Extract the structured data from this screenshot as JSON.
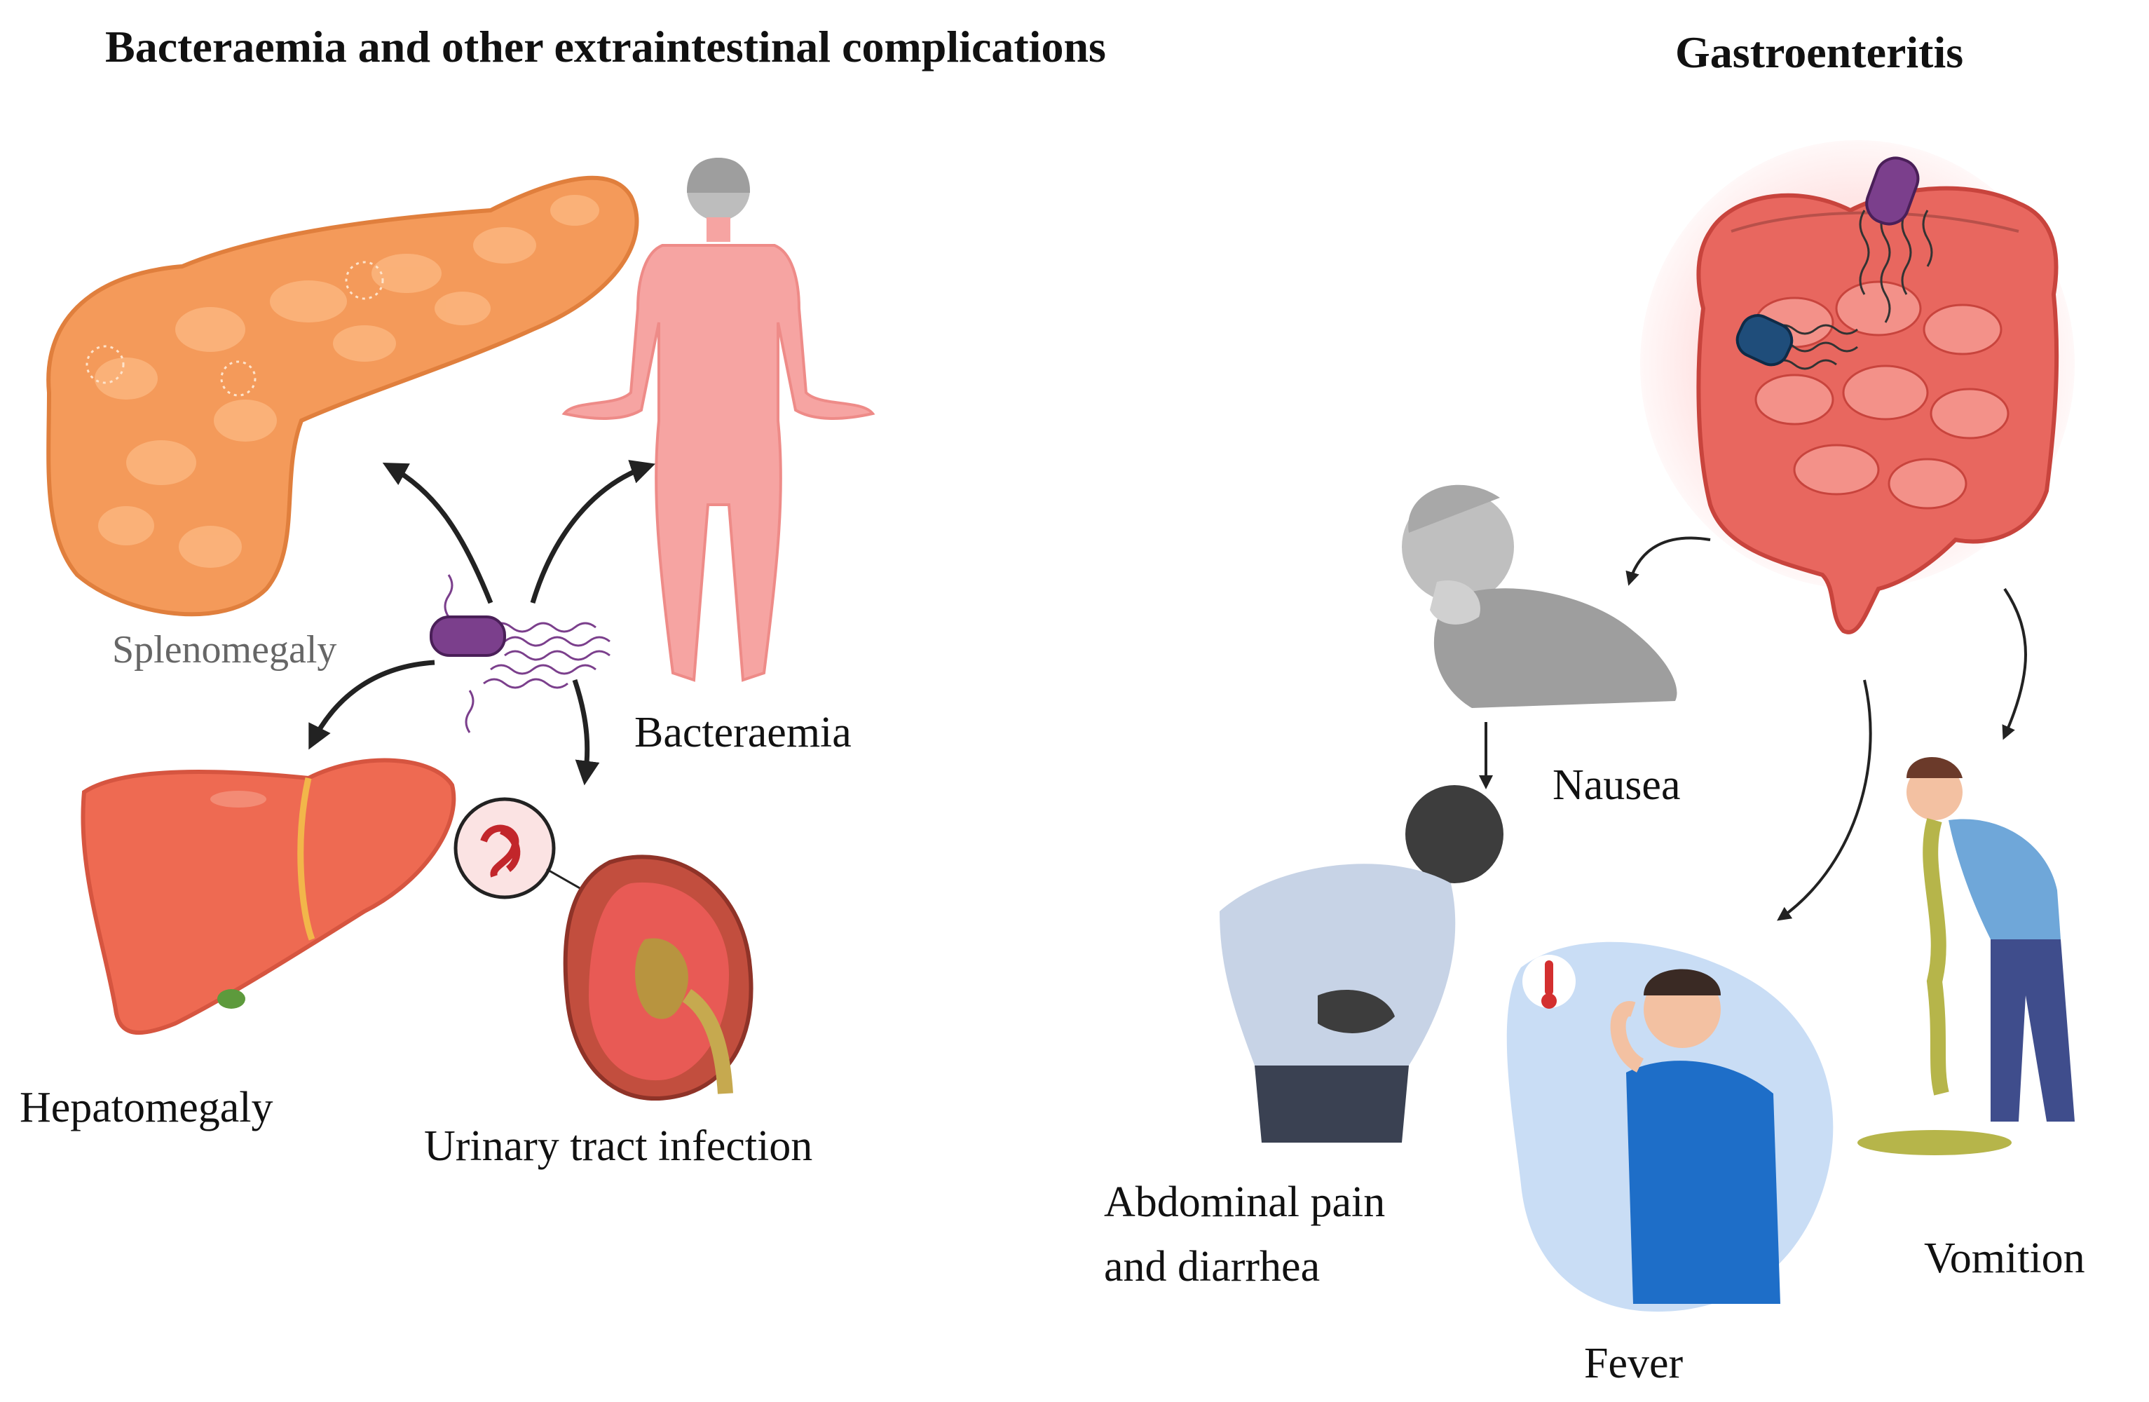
{
  "left_panel": {
    "heading": "Bacteraemia and other extraintestinal complications",
    "labels": {
      "splenomegaly": "Splenomegaly",
      "bacteraemia": "Bacteraemia",
      "hepatomegaly": "Hepatomegaly",
      "uti": "Urinary tract infection"
    }
  },
  "right_panel": {
    "heading": "Gastroenteritis",
    "labels": {
      "nausea": "Nausea",
      "abdominal_line1": "Abdominal pain",
      "abdominal_line2": "and diarrhea",
      "vomition": "Vomition",
      "fever": "Fever"
    }
  },
  "colors": {
    "spleen": "#f49a5a",
    "human_body": "#f6a4a2",
    "bacterium": "#7b3f8c",
    "liver": "#ee6a52",
    "kidney": "#c24e3e",
    "intestine": "#e8675f",
    "arrow": "#222222"
  }
}
